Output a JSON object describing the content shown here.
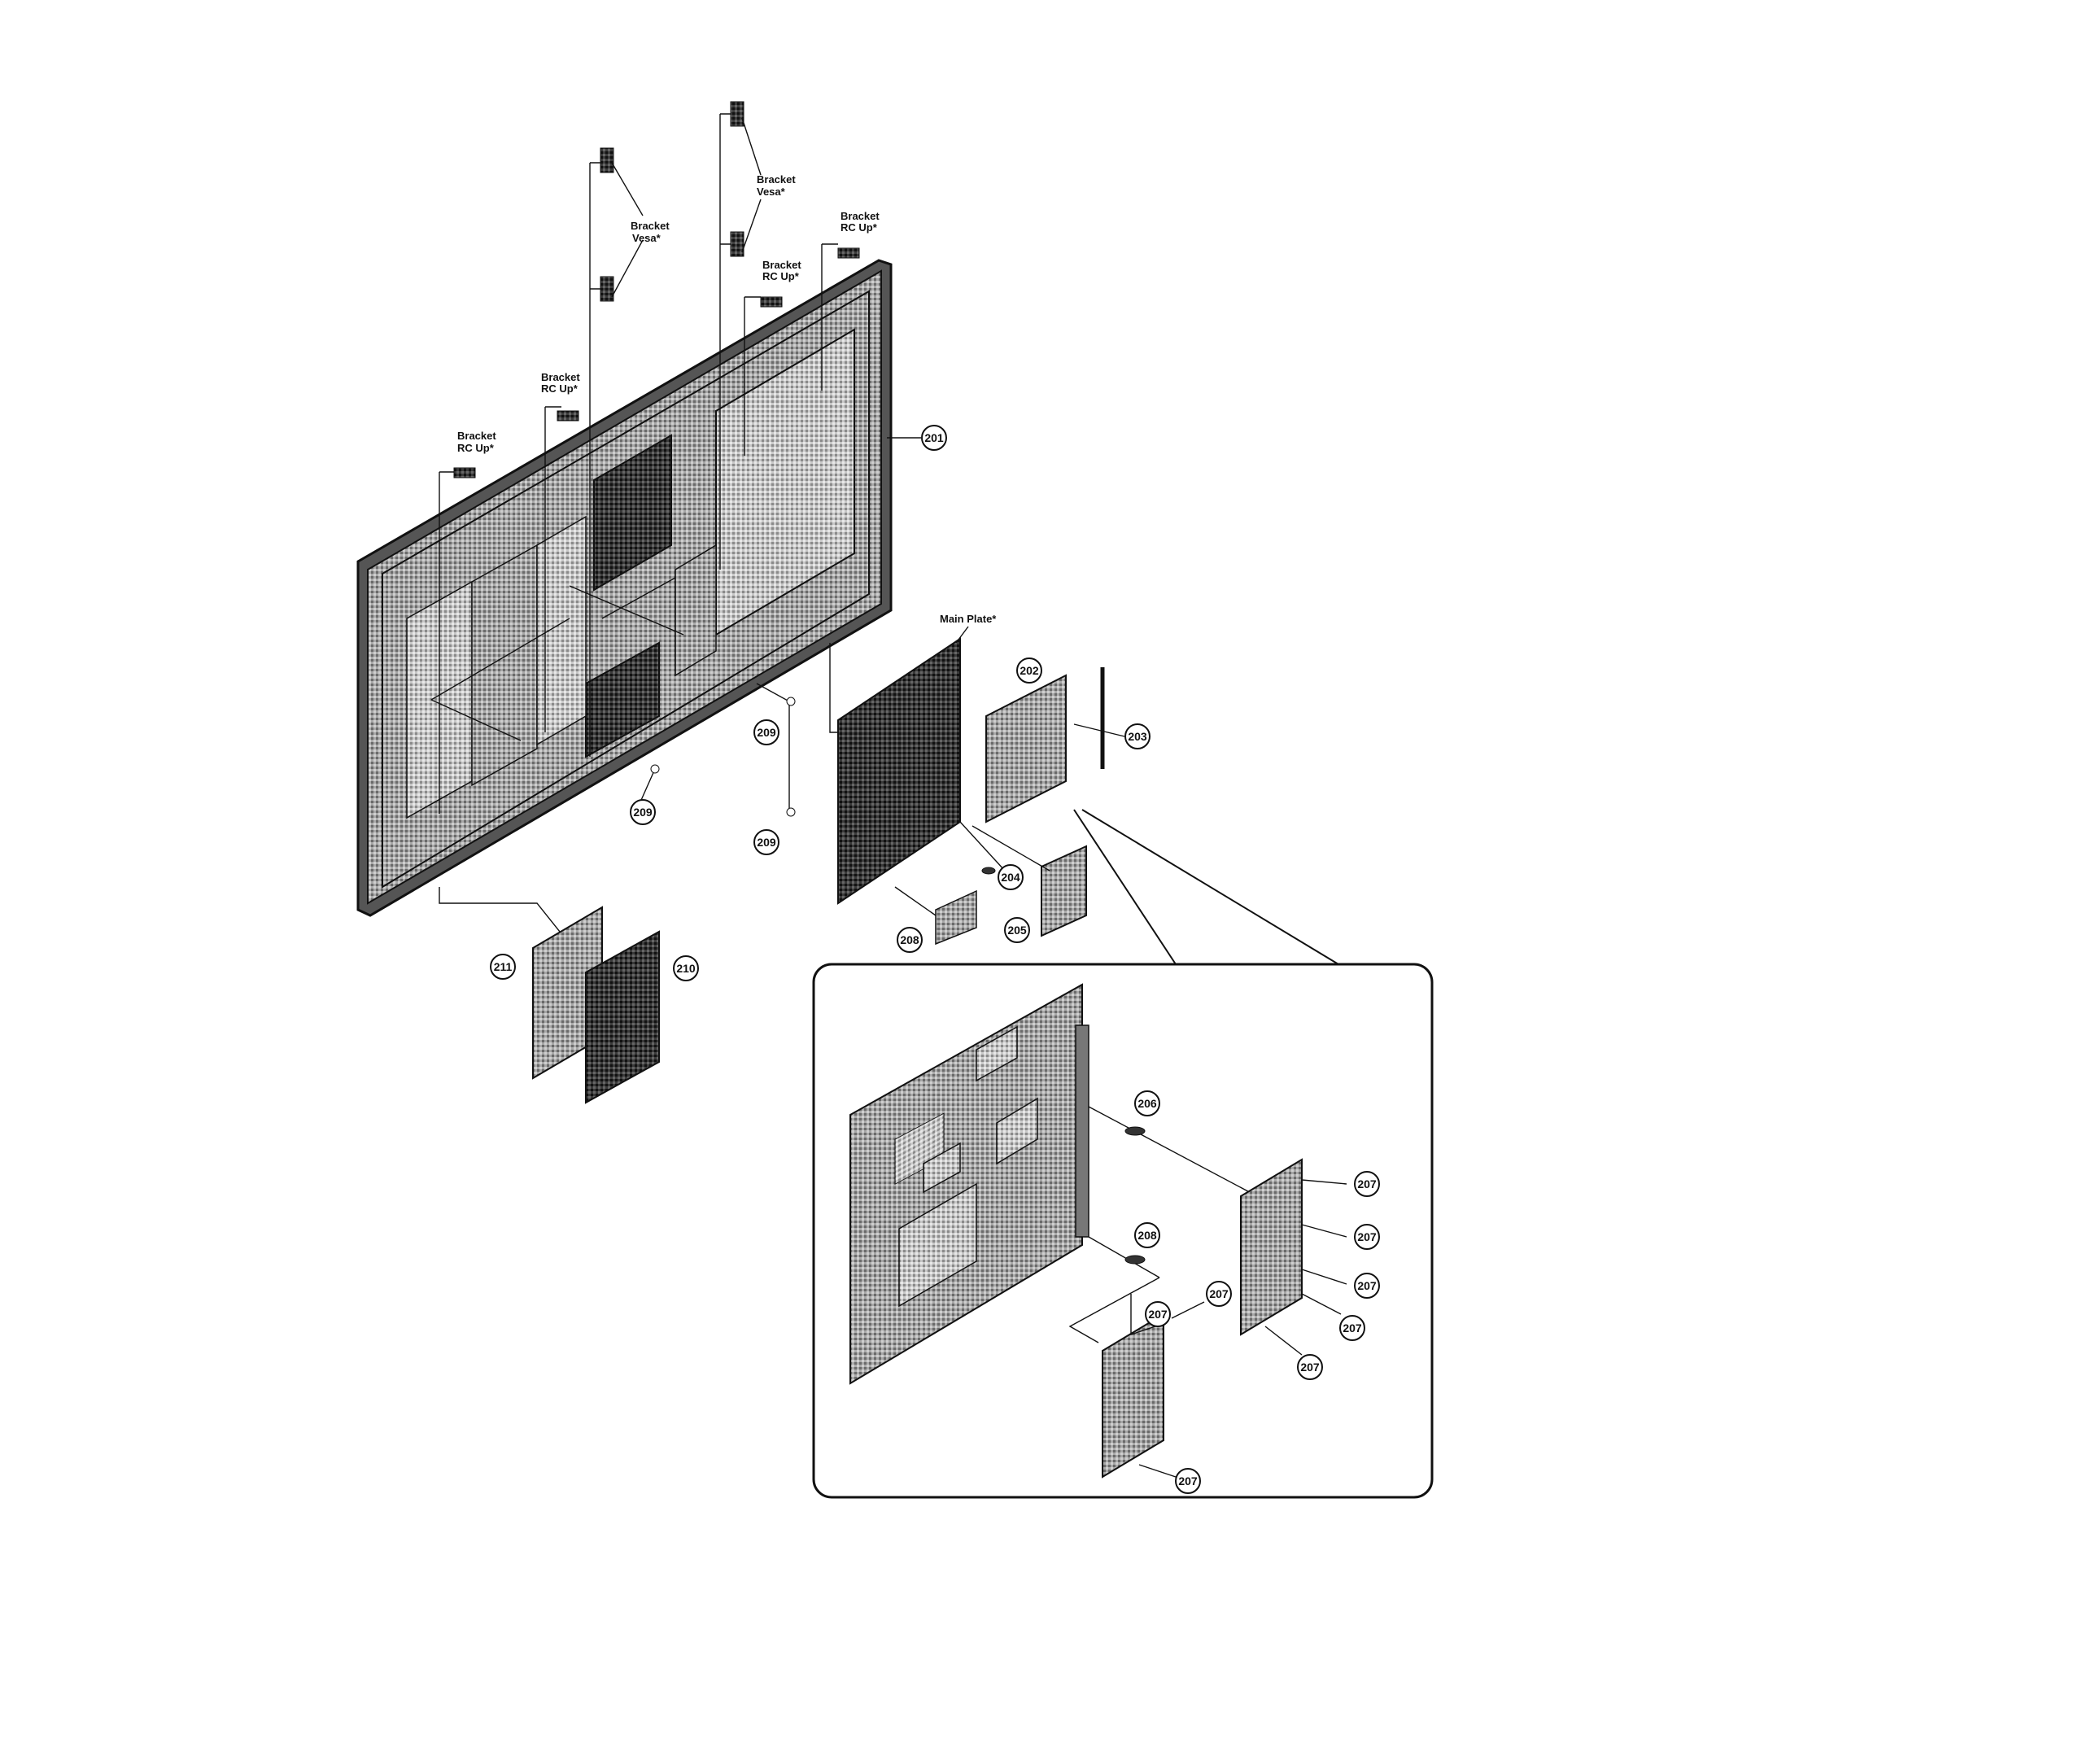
{
  "labels": {
    "bracket_vesa_1": [
      "Bracket",
      "Vesa*"
    ],
    "bracket_vesa_2": [
      "Bracket",
      "Vesa*"
    ],
    "bracket_rc_up_1": [
      "Bracket",
      "RC Up*"
    ],
    "bracket_rc_up_2": [
      "Bracket",
      "RC Up*"
    ],
    "bracket_rc_up_3": [
      "Bracket",
      "RC Up*"
    ],
    "bracket_rc_up_4": [
      "Bracket",
      "RC Up*"
    ],
    "main_plate": "Main Plate*"
  },
  "callouts": {
    "c201": "201",
    "c202": "202",
    "c203": "203",
    "c204": "204",
    "c205": "205",
    "c208": "208",
    "c209a": "209",
    "c209b": "209",
    "c209c": "209",
    "c211": "211",
    "c210": "210",
    "d206": "206",
    "d208": "208",
    "d207a": "207",
    "d207b": "207",
    "d207c": "207",
    "d207d": "207",
    "d207e": "207",
    "d207f": "207",
    "d207g": "207",
    "d207h": "207"
  },
  "colors": {
    "ink": "#111111",
    "panel_fill": "#9a9a9a",
    "board_fill": "#6e6e6e",
    "dark_fill": "#2a2a2a",
    "background": "#ffffff"
  }
}
